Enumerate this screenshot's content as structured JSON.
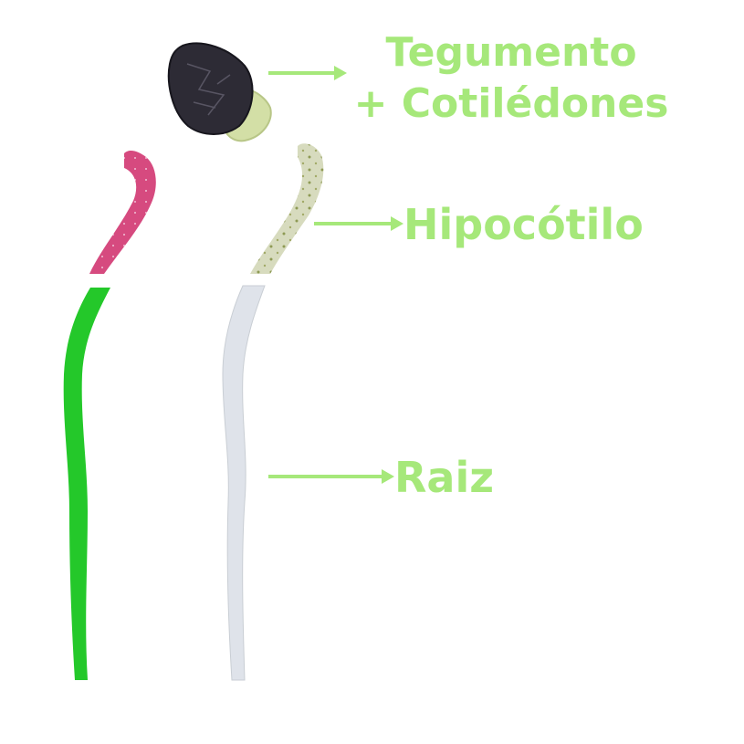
{
  "labels": {
    "tegumento_line1": "Tegumento",
    "tegumento_line2": "+ Cotilédones",
    "hipocotilo": "Hipocótilo",
    "raiz": "Raiz"
  },
  "colors": {
    "label": "#a6e87a",
    "arrow": "#a6e87a",
    "seed_coat": "#2d2b35",
    "cotyledon": "#d3dfa6",
    "hypocotyl_highlight": "#d64a7f",
    "root_highlight": "#24c82a",
    "hypocotyl_photo": "#d7dbbe",
    "root_photo": "#dfe3ea",
    "background": "#ffffff"
  }
}
